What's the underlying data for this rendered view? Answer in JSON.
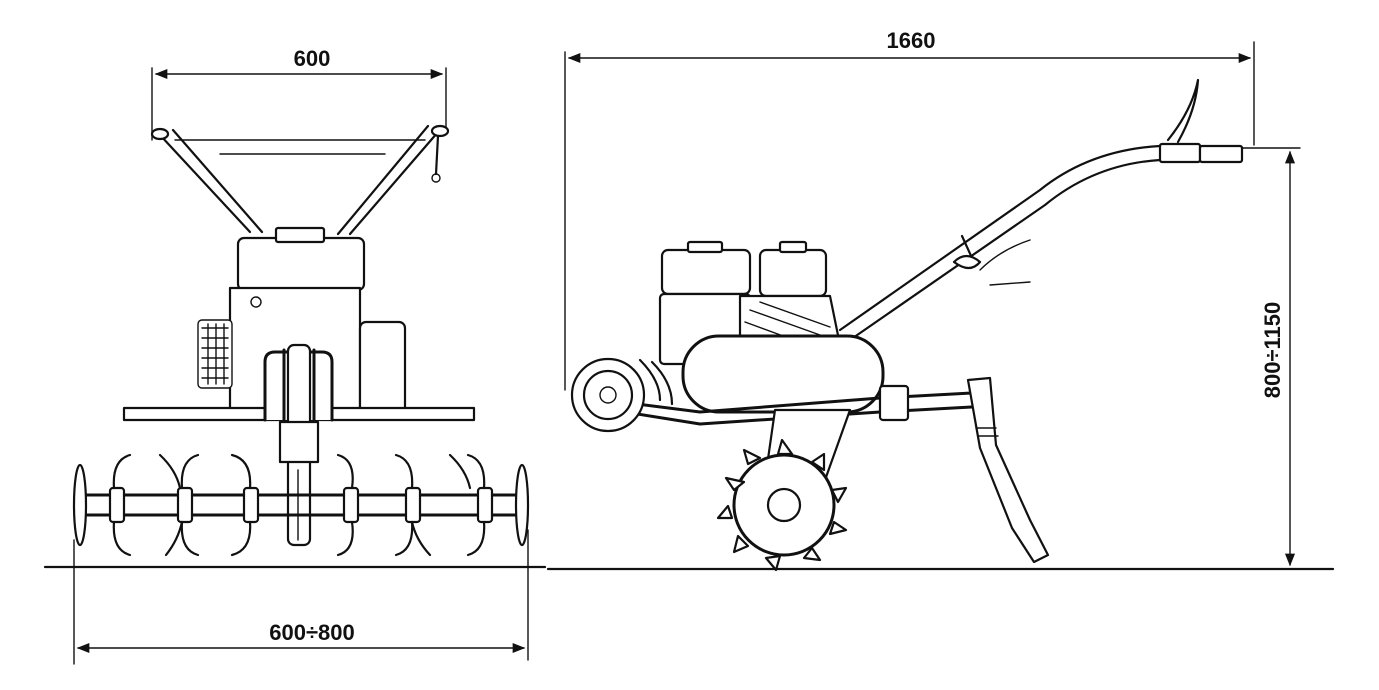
{
  "front_view": {
    "width_handle": "600",
    "width_working": "600÷800"
  },
  "side_view": {
    "length": "1660",
    "height_handle": "800÷1150"
  }
}
